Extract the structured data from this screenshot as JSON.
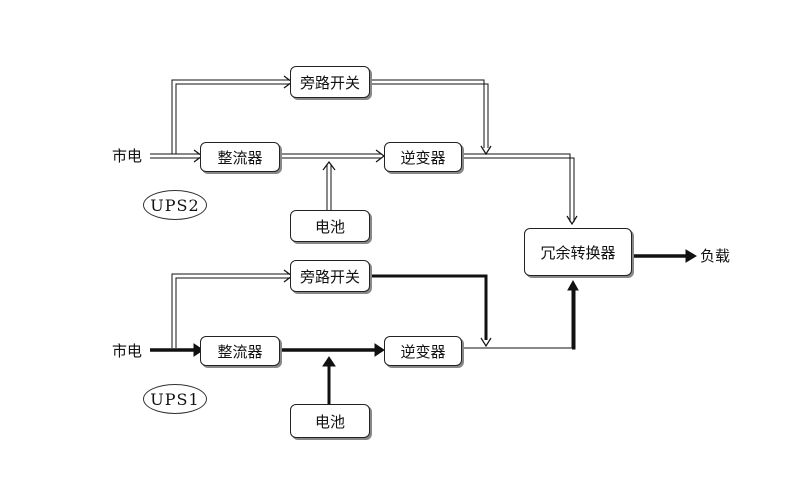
{
  "ups2": {
    "tag": "UPS2",
    "mains": "市电",
    "bypass": "旁路开关",
    "rectifier": "整流器",
    "inverter": "逆变器",
    "battery": "电池"
  },
  "ups1": {
    "tag": "UPS1",
    "mains": "市电",
    "bypass": "旁路开关",
    "rectifier": "整流器",
    "inverter": "逆变器",
    "battery": "电池"
  },
  "redundant_switch": "冗余转换器",
  "load": "负载"
}
